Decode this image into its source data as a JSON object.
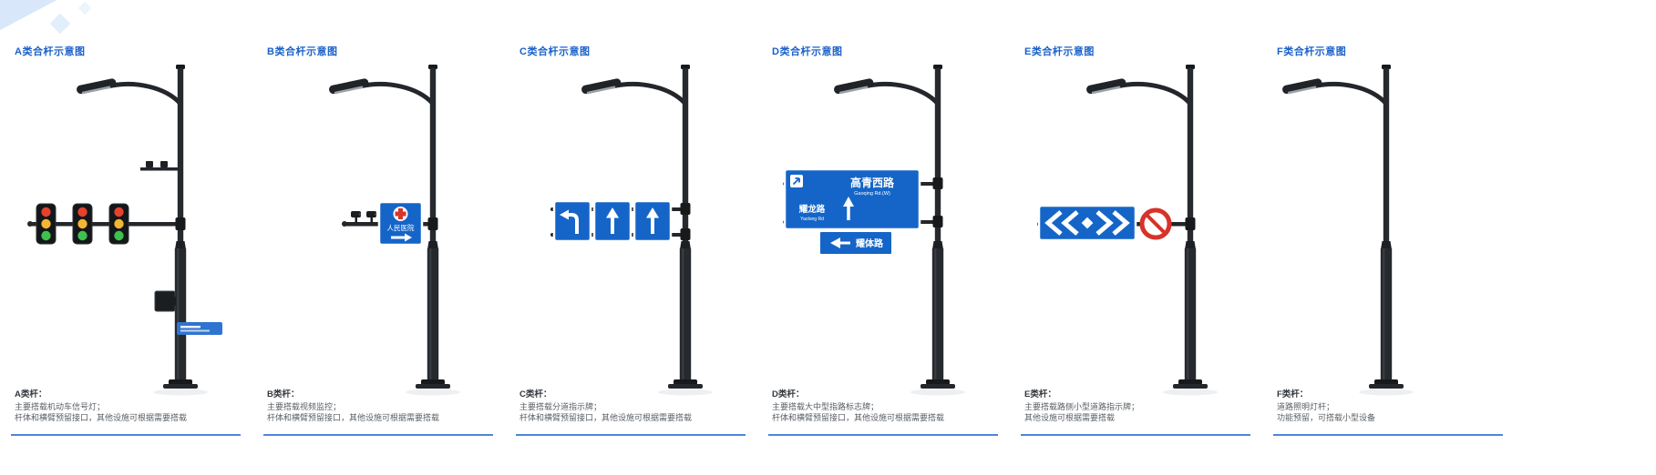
{
  "page": {
    "background": "#ffffff",
    "accent_blue": "#1b61c9",
    "sign_blue": "#1565c8",
    "underline_blue": "#4f86d8"
  },
  "panels": [
    {
      "id": "A",
      "title": "A类合杆示意图",
      "label": "A类杆：",
      "desc1": "主要搭载机动车信号灯；",
      "desc2": "杆体和横臂预留接口，其他设施可根据需要搭载",
      "attachments": [
        "street-lamp",
        "traffic-signal-heads",
        "equipment-box",
        "street-name-sign"
      ]
    },
    {
      "id": "B",
      "title": "B类合杆示意图",
      "label": "B类杆：",
      "desc1": "主要搭载视频监控；",
      "desc2": "杆体和横臂预留接口，其他设施可根据需要搭载",
      "sign": {
        "name": "人民医院"
      },
      "attachments": [
        "street-lamp",
        "cctv-cameras",
        "hospital-guide-sign"
      ]
    },
    {
      "id": "C",
      "title": "C类合杆示意图",
      "label": "C类杆：",
      "desc1": "主要搭载分道指示牌；",
      "desc2": "杆体和横臂预留接口，其他设施可根据需要搭载",
      "attachments": [
        "street-lamp",
        "lane-direction-signs"
      ]
    },
    {
      "id": "D",
      "title": "D类合杆示意图",
      "label": "D类杆：",
      "desc1": "主要搭载大中型指路标志牌；",
      "desc2": "杆体和横臂预留接口，其他设施可根据需要搭载",
      "sign": {
        "dest1": "高青西路",
        "dest1_en": "Gaoqing Rd.(W)",
        "dest2": "耀龙路",
        "dest2_en": "Yaolong Rd",
        "sub": "耀体路"
      },
      "attachments": [
        "street-lamp",
        "road-guide-sign",
        "road-guide-subsign"
      ]
    },
    {
      "id": "E",
      "title": "E类合杆示意图",
      "label": "E类杆：",
      "desc1": "主要搭载路侧小型道路指示牌；",
      "desc2": "其他设施可根据需要搭载",
      "attachments": [
        "street-lamp",
        "chevron-alignment-sign",
        "prohibition-sign"
      ]
    },
    {
      "id": "F",
      "title": "F类合杆示意图",
      "label": "F类杆：",
      "desc1": "道路照明灯杆；",
      "desc2": "功能预留，可搭载小型设备",
      "attachments": [
        "street-lamp"
      ]
    }
  ]
}
